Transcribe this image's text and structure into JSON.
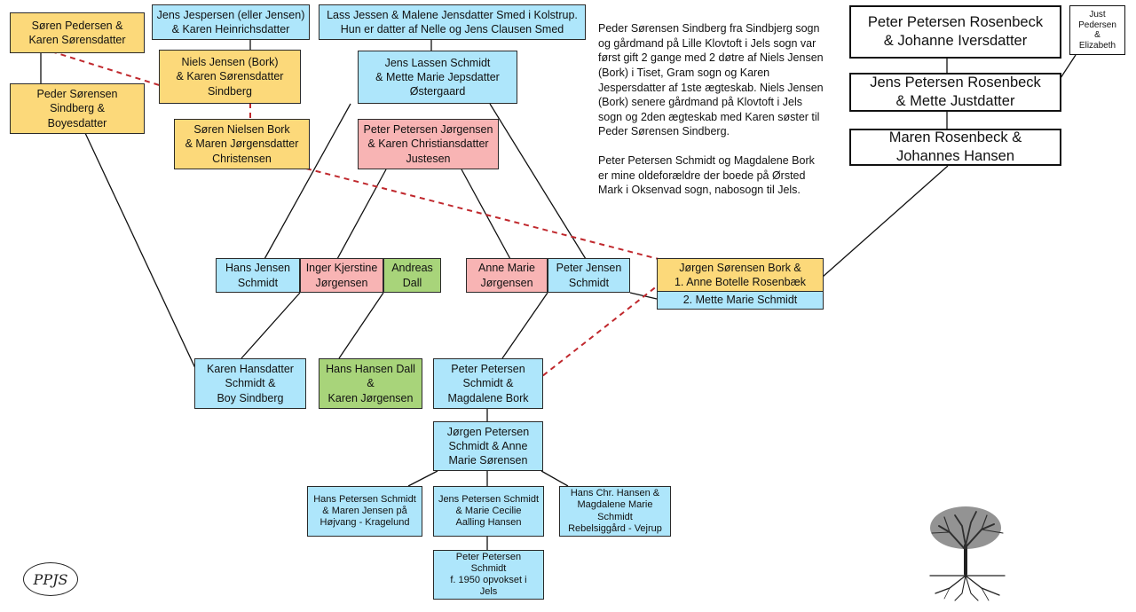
{
  "boxes": {
    "soren_pedersen": "Søren Pedersen &\nKaren Sørensdatter",
    "jens_jespersen": "Jens Jespersen (eller Jensen)\n& Karen Heinrichsdatter",
    "lass_jessen": "Lass Jessen & Malene Jensdatter Smed i Kolstrup.\nHun er datter af Nelle og Jens Clausen Smed",
    "niels_jensen": "Niels Jensen (Bork)\n& Karen Sørensdatter\nSindberg",
    "peder_sorensen": "Peder Sørensen\nSindberg &\nBoyesdatter",
    "jens_lassen": "Jens Lassen Schmidt\n& Mette Marie Jepsdatter\nØstergaard",
    "soren_nielsen": "Søren Nielsen Bork\n& Maren Jørgensdatter\nChristensen",
    "peter_jorgensen": "Peter Petersen Jørgensen\n& Karen Christiansdatter\nJustesen",
    "hans_jensen": "Hans Jensen\nSchmidt",
    "inger": "Inger Kjerstine\nJørgensen",
    "andreas": "Andreas\nDall",
    "anne_marie": "Anne Marie\nJørgensen",
    "peter_jensen": "Peter Jensen\nSchmidt",
    "jorgen_bork": "Jørgen Sørensen Bork &\n1.  Anne Botelle Rosenbæk",
    "mette_marie": "2. Mette Marie Schmidt",
    "karen_hansdatter": "Karen Hansdatter\nSchmidt &\nBoy Sindberg",
    "hans_hansen_dall": "Hans Hansen Dall\n&\nKaren Jørgensen",
    "peter_petersen_bork": "Peter Petersen\nSchmidt &\nMagdalene Bork",
    "jorgen_petersen": "Jørgen Petersen\nSchmidt & Anne\nMarie Sørensen",
    "hans_petersen": "Hans Petersen Schmidt\n& Maren Jensen på\nHøjvang - Kragelund",
    "jens_petersen": "Jens Petersen Schmidt\n& Marie Cecilie\nAalling Hansen",
    "hans_chr": "Hans Chr. Hansen &\nMagdalene Marie\nSchmidt\nRebelsiggård - Vejrup",
    "peter_1950": "Peter Petersen\nSchmidt\nf. 1950 opvokset i\nJels",
    "rosenbeck_1": "Peter Petersen Rosenbeck\n&  Johanne Iversdatter",
    "rosenbeck_2": "Jens Petersen Rosenbeck\n&  Mette Justdatter",
    "rosenbeck_3": "Maren Rosenbeck  &\nJohannes Hansen",
    "just": "Just\nPedersen\n&\nElizabeth"
  },
  "notes": {
    "note1": "Peder Sørensen Sindberg fra Sindbjerg sogn\nog gårdmand på Lille Klovtoft i Jels sogn var\nførst gift 2 gange med 2 døtre af Niels Jensen\n(Bork) i Tiset, Gram sogn og Karen\nJespersdatter af 1ste ægteskab. Niels Jensen\n(Bork) senere gårdmand på Klovtoft i Jels\nsogn og 2den ægteskab med Karen søster til\nPeder Sørensen Sindberg.",
    "note2": "Peter Petersen Schmidt og Magdalene Bork\ner mine oldeforældre der boede på Ørsted\nMark i Oksenvad sogn, nabosogn til Jels."
  },
  "logo_text": "PPJS",
  "colors": {
    "yellow": "#fcd97a",
    "blue": "#aee6fb",
    "pink": "#f8b4b4",
    "green": "#a8d47a",
    "dashed_line": "#c0282d"
  },
  "icons": {
    "logo": "ppjs-monogram-icon",
    "tree": "tree-with-roots-icon"
  }
}
